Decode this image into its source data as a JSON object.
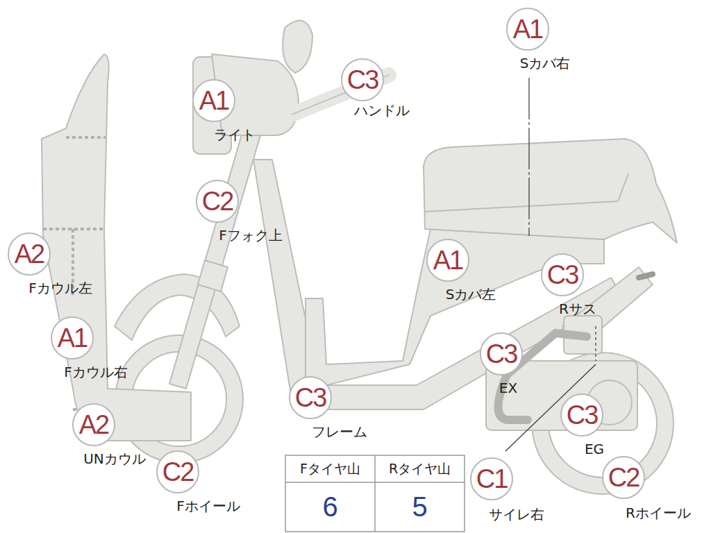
{
  "diagram": {
    "nodes": [
      {
        "text": [
          "A1",
          "Sカバ右"
        ]
      },
      {
        "text": [
          "A1",
          "ライト"
        ]
      },
      {
        "text": [
          "C3",
          "ハンドル"
        ]
      },
      {
        "text": [
          "C2",
          "Fフォク上"
        ]
      },
      {
        "text": [
          "A2",
          "Fカウル左"
        ]
      },
      {
        "text": [
          "A1",
          "Sカバ左"
        ]
      },
      {
        "text": [
          "C3",
          "Rサス"
        ]
      },
      {
        "text": [
          "A1",
          "Fカウル右"
        ]
      },
      {
        "text": [
          "C3",
          "EX"
        ]
      },
      {
        "text": [
          "C3",
          "フレーム"
        ]
      },
      {
        "text": [
          "A2",
          "UNカウル"
        ]
      },
      {
        "text": [
          "C3",
          "EG"
        ]
      },
      {
        "text": [
          "C2",
          "Fホイール"
        ]
      },
      {
        "text": [
          "C1",
          "サイレ右"
        ]
      },
      {
        "text": [
          "C2",
          "Rホイール"
        ]
      }
    ],
    "labels": [
      "Fタイヤ山",
      "Rタイヤ山",
      "6",
      "5"
    ]
  }
}
